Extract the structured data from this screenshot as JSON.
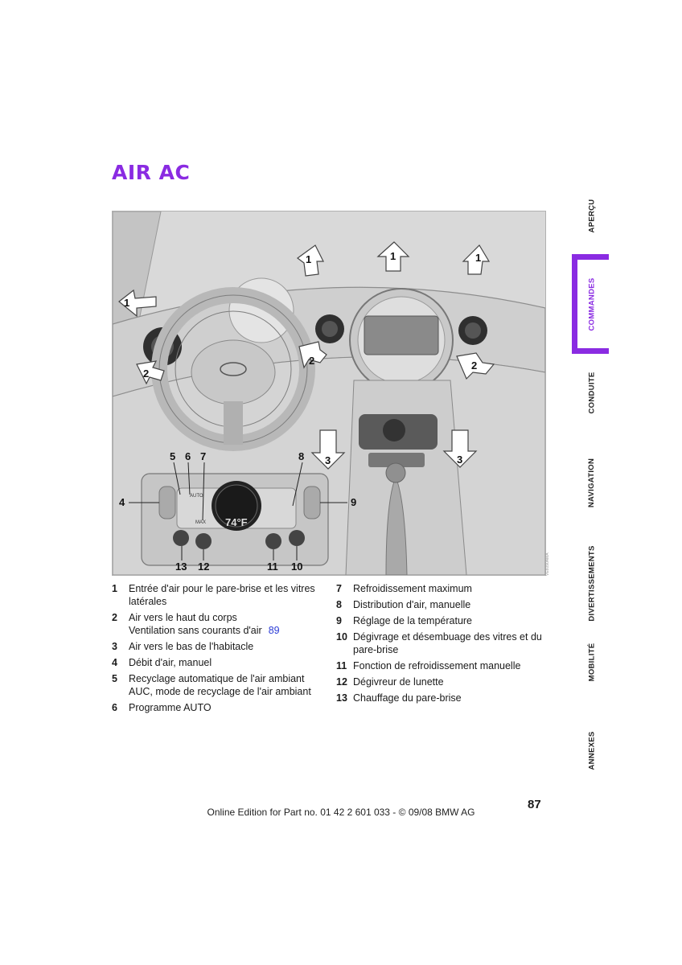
{
  "title": "AIR AC",
  "figure": {
    "code": "VE6090AMA",
    "callouts": [
      "1",
      "1",
      "1",
      "1",
      "2",
      "2",
      "2",
      "3",
      "3",
      "4",
      "5",
      "6",
      "7",
      "8",
      "9",
      "10",
      "11",
      "12",
      "13"
    ],
    "display_temp": "74°F",
    "auto_label": "AUTO",
    "max_label": "MAX"
  },
  "legend": {
    "left": [
      {
        "num": "1",
        "lines": [
          "Entrée d'air pour le pare-brise et les vitres latérales"
        ]
      },
      {
        "num": "2",
        "lines": [
          "Air vers le haut du corps",
          "Ventilation sans courants d'air"
        ],
        "ref": "89"
      },
      {
        "num": "3",
        "lines": [
          "Air vers le bas de l'habitacle"
        ]
      },
      {
        "num": "4",
        "lines": [
          "Débit d'air, manuel"
        ]
      },
      {
        "num": "5",
        "lines": [
          "Recyclage automatique de l'air ambiant AUC, mode de recyclage de l'air ambiant"
        ]
      },
      {
        "num": "6",
        "lines": [
          "Programme AUTO"
        ]
      }
    ],
    "right": [
      {
        "num": "7",
        "lines": [
          "Refroidissement maximum"
        ]
      },
      {
        "num": "8",
        "lines": [
          "Distribution d'air, manuelle"
        ]
      },
      {
        "num": "9",
        "lines": [
          "Réglage de la température"
        ]
      },
      {
        "num": "10",
        "lines": [
          "Dégivrage et désembuage des vitres et du pare-brise"
        ]
      },
      {
        "num": "11",
        "lines": [
          "Fonction de refroidissement manuelle"
        ]
      },
      {
        "num": "12",
        "lines": [
          "Dégivreur de lunette"
        ]
      },
      {
        "num": "13",
        "lines": [
          "Chauffage du pare-brise"
        ]
      }
    ]
  },
  "side_tabs": [
    "APERÇU",
    "COMMANDES",
    "CONDUITE",
    "NAVIGATION",
    "DIVERTISSEMENTS",
    "MOBILITÉ",
    "ANNEXES"
  ],
  "active_tab": "COMMANDES",
  "accent_color": "#8a2be2",
  "page_number": "87",
  "footer": "Online Edition for Part no. 01 42 2 601 033 - © 09/08 BMW AG"
}
